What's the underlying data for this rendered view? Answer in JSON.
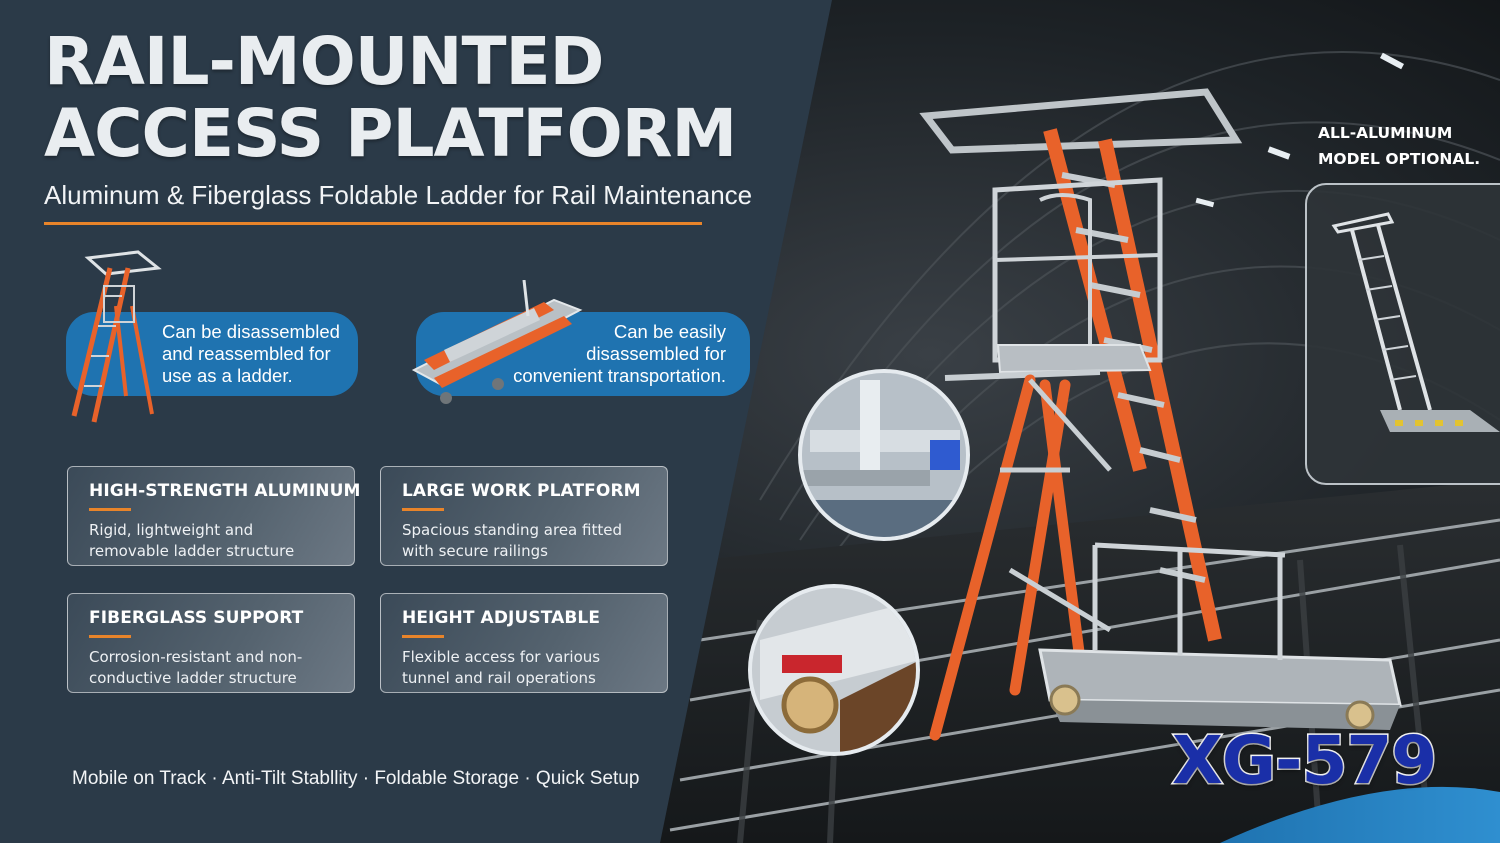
{
  "header": {
    "title_line1": "RAIL-MOUNTED",
    "title_line2": "ACCESS PLATFORM",
    "subtitle": "Aluminum & Fiberglass Foldable Ladder for Rail Maintenance"
  },
  "callouts": [
    {
      "text": "Can be disassembled\nand reassembled for\nuse as a ladder."
    },
    {
      "text": "Can be easily\ndisassembled for\nconvenient transportation."
    }
  ],
  "features": [
    {
      "title": "HIGH-STRENGTH ALUMINUM",
      "desc": "Rigid, lightweight and removable ladder structure"
    },
    {
      "title": "LARGE WORK PLATFORM",
      "desc": "Spacious standing area fitted with secure railings"
    },
    {
      "title": "FIBERGLASS SUPPORT",
      "desc": "Corrosion-resistant and non-conductive ladder structure"
    },
    {
      "title": "HEIGHT ADJUSTABLE",
      "desc": "Flexible access for various tunnel and rail operations"
    }
  ],
  "footer": {
    "text": "Mobile on Track · Anti-Tilt Stabllity · Foldable Storage · Quick Setup"
  },
  "product_note": {
    "text": "ALL-ALUMINUM\nMODEL OPTIONAL."
  },
  "model_number": "XG-579",
  "colors": {
    "panel": "#2b3a48",
    "accent": "#e8842a",
    "callout": "#1f73b0",
    "model": "#1a2fa8",
    "ladder": "#e8622a"
  }
}
